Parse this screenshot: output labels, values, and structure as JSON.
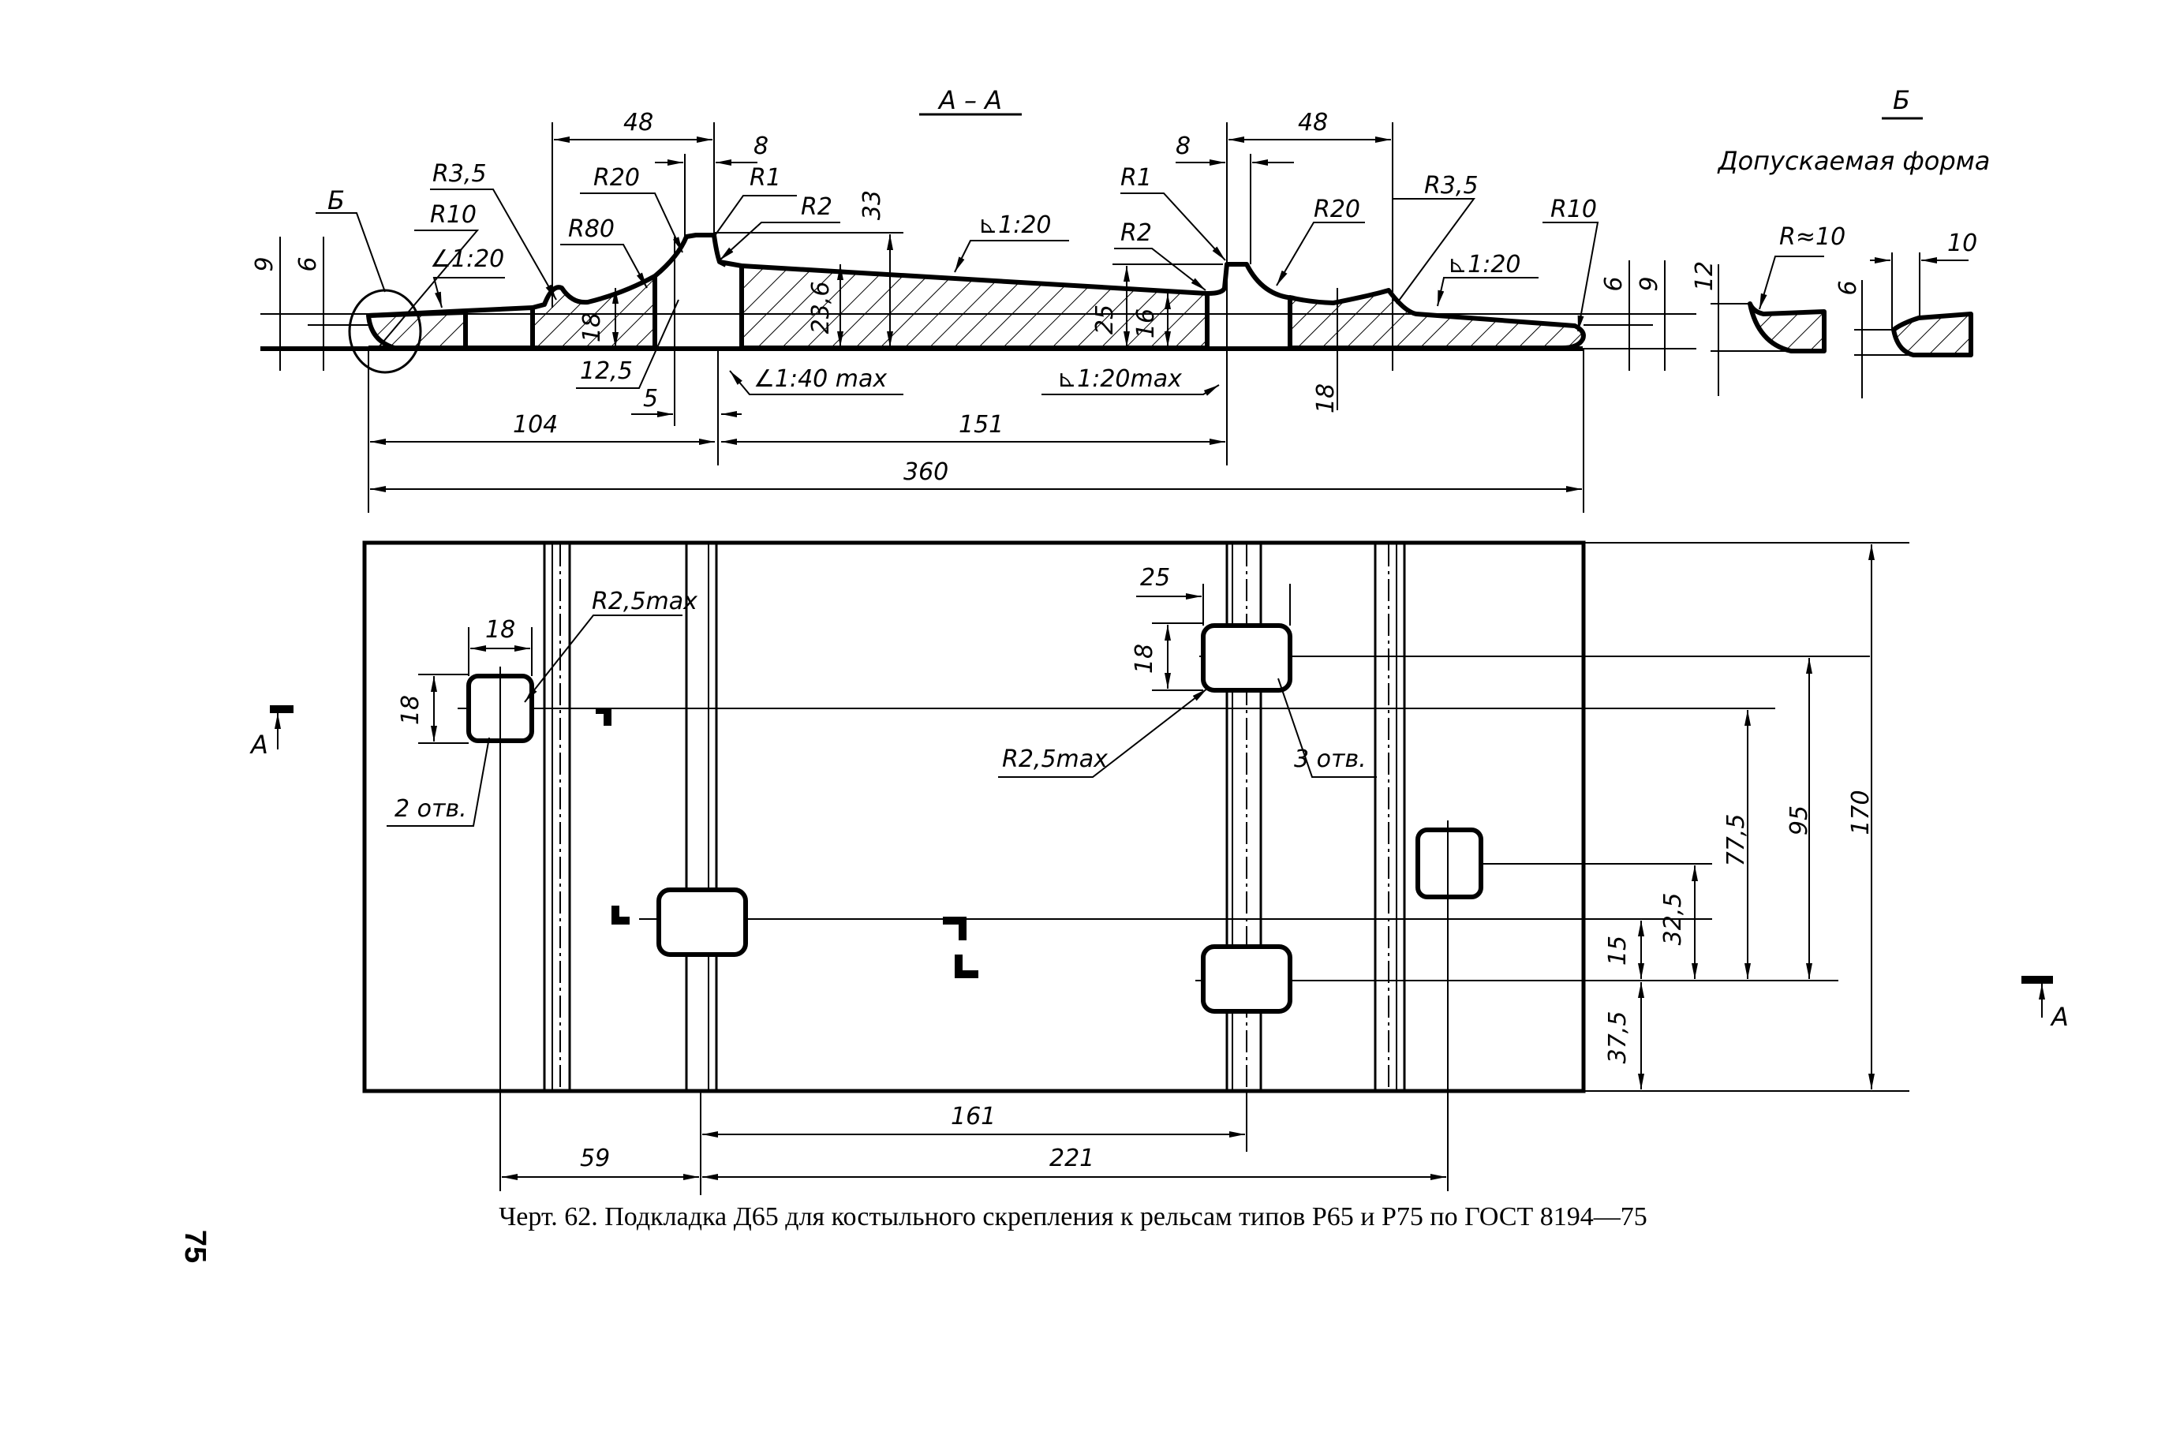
{
  "drawing": {
    "section_title": "А – А",
    "detail_title": "Б",
    "detail_subtitle": "Допускаемая форма",
    "caption": "Черт. 62. Подкладка Д65 для костыльного скрепления к рельсам типов Р65 и Р75 по ГОСТ 8194—75",
    "page_number": "75"
  },
  "section_view": {
    "detail_marker": "Б",
    "dimensions": {
      "left_shoulder_width": "48",
      "right_shoulder_width": "48",
      "left_rib_top": "8",
      "right_rib_top": "8",
      "rib_height": "33",
      "middle_height": "23,6",
      "middle_right_height": "25",
      "middle_inner_height": "16",
      "left_shoulder_height": "18",
      "right_shoulder_height": "18",
      "left_end_height": "9",
      "left_end_inner": "6",
      "right_end_height": "9",
      "right_end_inner": "6",
      "rib_base_width": "12,5",
      "rib_offset": "5",
      "left_span": "104",
      "middle_span": "151",
      "total_length": "360"
    },
    "radii": [
      "R3,5",
      "R10",
      "R80",
      "R20",
      "R1",
      "R2",
      "R1",
      "R2",
      "R20",
      "R3,5",
      "R10"
    ],
    "slopes": {
      "left_end": "∠1:20",
      "middle": "⊾1:20",
      "right_end": "⊾1:20",
      "left_rib": "∠1:40 max",
      "right_rib": "⊾1:20max"
    }
  },
  "detail_view": {
    "left_radius": "R≈10",
    "left_height": "12",
    "right_height": "6",
    "right_width": "10"
  },
  "plan_view": {
    "section_marker_left": "А",
    "section_marker_right": "А",
    "hole_left_width": "18",
    "hole_left_height": "18",
    "hole_left_radius": "R2,5max",
    "hole_left_count": "2 отв.",
    "hole_right_width": "25",
    "hole_right_height": "18",
    "hole_right_radius": "R2,5max",
    "hole_right_count": "3 отв.",
    "vertical_dims": [
      "37,5",
      "15",
      "32,5",
      "77,5",
      "95",
      "170"
    ],
    "horizontal_dims": [
      "59",
      "161",
      "221"
    ]
  }
}
